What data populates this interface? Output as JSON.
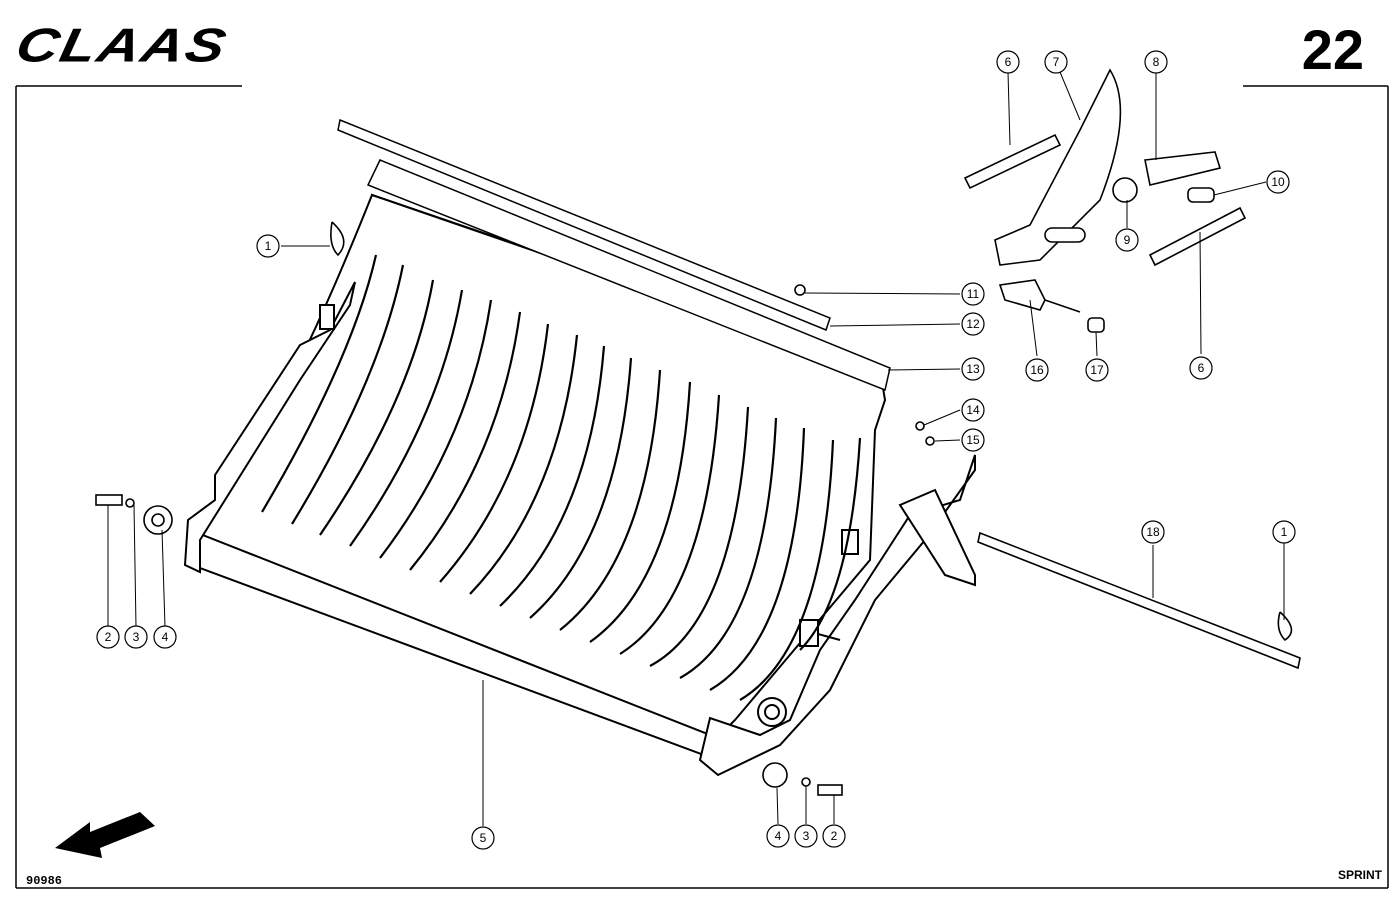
{
  "header": {
    "brand": "CLAAS",
    "page_number": "22"
  },
  "footer": {
    "drawing_number": "90986",
    "model": "SPRINT"
  },
  "callouts": [
    {
      "id": "c1a",
      "label": "1"
    },
    {
      "id": "c1b",
      "label": "1"
    },
    {
      "id": "c2a",
      "label": "2"
    },
    {
      "id": "c2b",
      "label": "2"
    },
    {
      "id": "c3a",
      "label": "3"
    },
    {
      "id": "c3b",
      "label": "3"
    },
    {
      "id": "c4a",
      "label": "4"
    },
    {
      "id": "c4b",
      "label": "4"
    },
    {
      "id": "c5",
      "label": "5"
    },
    {
      "id": "c6a",
      "label": "6"
    },
    {
      "id": "c6b",
      "label": "6"
    },
    {
      "id": "c7",
      "label": "7"
    },
    {
      "id": "c8",
      "label": "8"
    },
    {
      "id": "c9",
      "label": "9"
    },
    {
      "id": "c10",
      "label": "10"
    },
    {
      "id": "c11",
      "label": "11"
    },
    {
      "id": "c12",
      "label": "12"
    },
    {
      "id": "c13",
      "label": "13"
    },
    {
      "id": "c14",
      "label": "14"
    },
    {
      "id": "c15",
      "label": "15"
    },
    {
      "id": "c16",
      "label": "16"
    },
    {
      "id": "c17",
      "label": "17"
    },
    {
      "id": "c18",
      "label": "18"
    }
  ]
}
